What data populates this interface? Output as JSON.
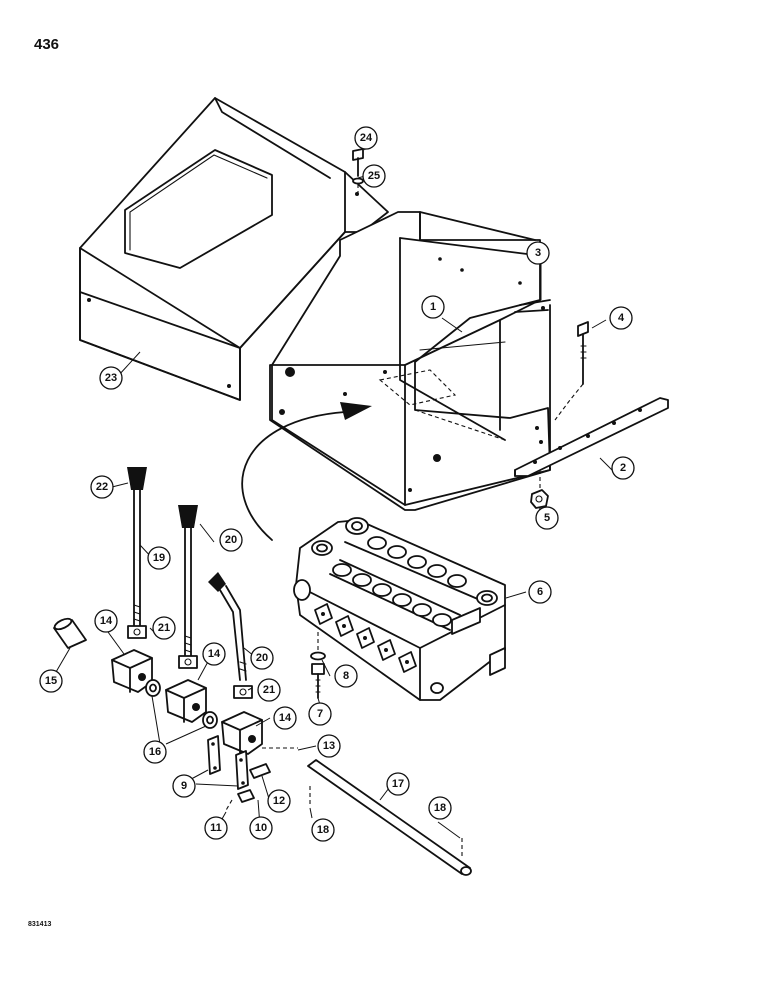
{
  "page": {
    "number": "436",
    "drawing_code": "831413"
  },
  "callouts": [
    "1",
    "2",
    "3",
    "4",
    "5",
    "6",
    "7",
    "8",
    "9",
    "10",
    "11",
    "12",
    "13",
    "14",
    "14",
    "14",
    "15",
    "16",
    "17",
    "18",
    "18",
    "19",
    "20",
    "20",
    "21",
    "21",
    "22",
    "23",
    "24",
    "25"
  ]
}
